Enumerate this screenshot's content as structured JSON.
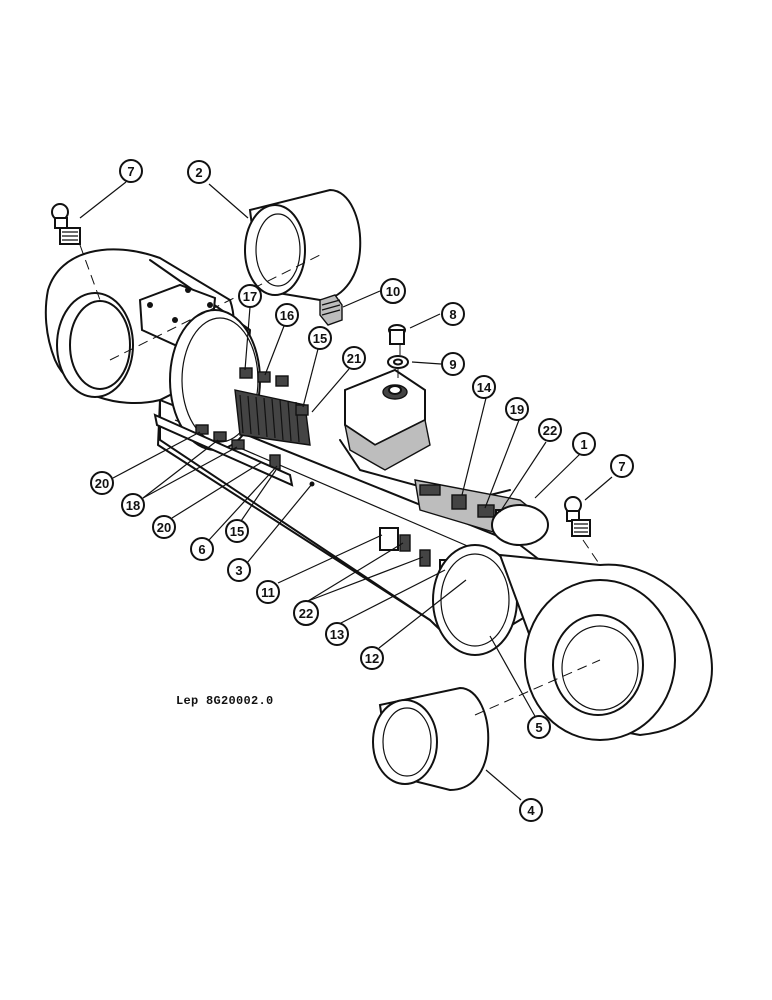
{
  "diagram": {
    "reference_code": "Lep 8G20002.0",
    "callouts": {
      "c1": "1",
      "c2": "2",
      "c3": "3",
      "c4": "4",
      "c5": "5",
      "c6": "6",
      "c7a": "7",
      "c7b": "7",
      "c8": "8",
      "c9": "9",
      "c10": "10",
      "c11": "11",
      "c12": "12",
      "c13": "13",
      "c14": "14",
      "c15a": "15",
      "c15b": "15",
      "c16": "16",
      "c17": "17",
      "c18": "18",
      "c19": "19",
      "c20a": "20",
      "c20b": "20",
      "c21": "21",
      "c22a": "22",
      "c22b": "22"
    }
  }
}
